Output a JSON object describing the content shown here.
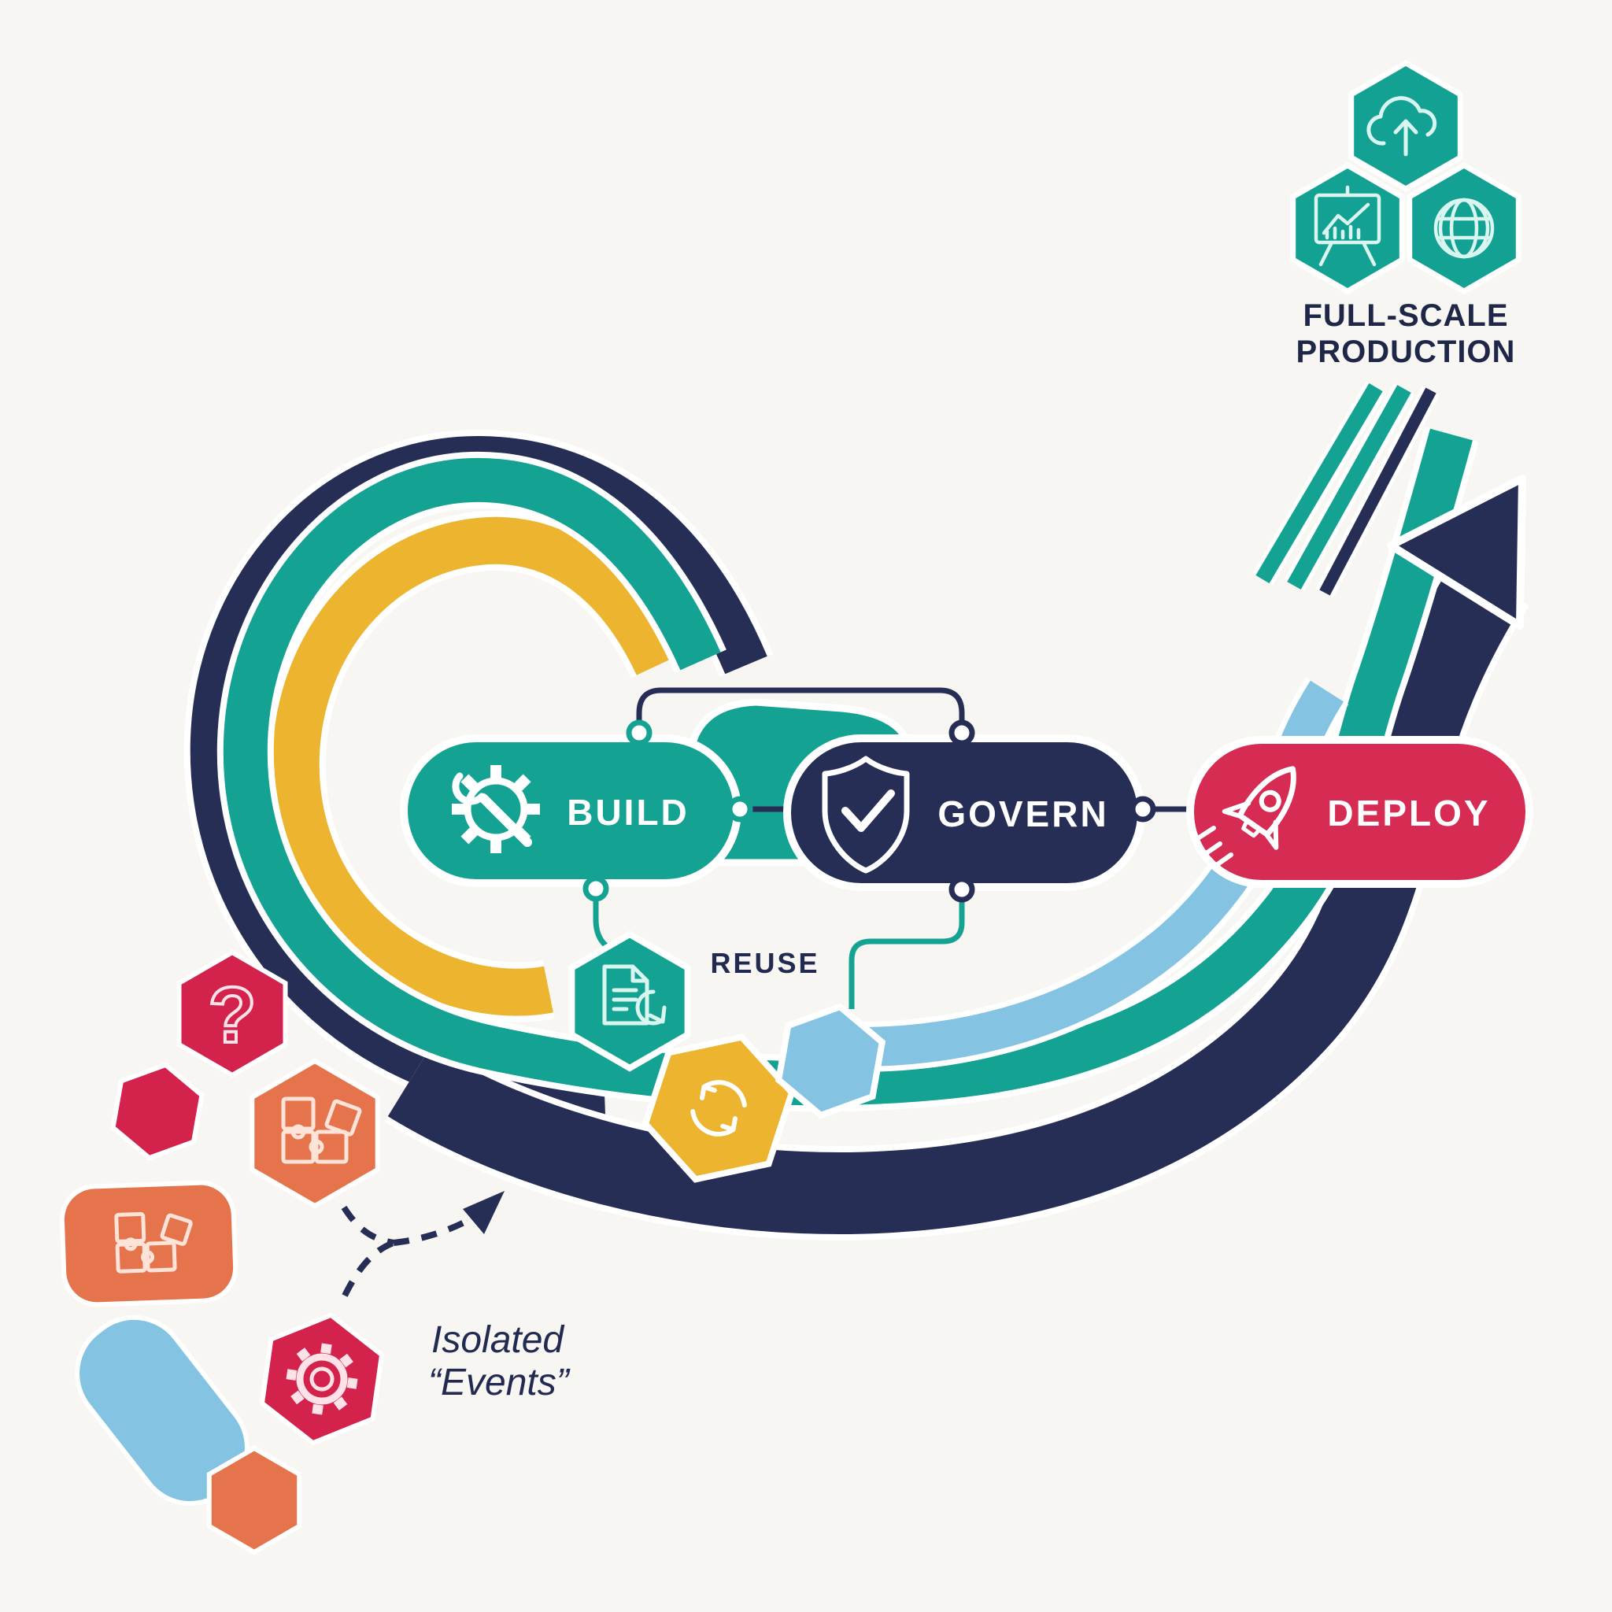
{
  "diagram": {
    "type": "process-loop-infographic",
    "loop": {
      "stages": [
        {
          "id": "build",
          "label": "BUILD",
          "icon": "gear-wrench-icon",
          "color": "#14a392"
        },
        {
          "id": "govern",
          "label": "GOVERN",
          "icon": "shield-check-icon",
          "color": "#272e55"
        },
        {
          "id": "deploy",
          "label": "DEPLOY",
          "icon": "rocket-icon",
          "color": "#d62b52"
        }
      ],
      "reuse_label": "REUSE",
      "reuse_hexagons": [
        {
          "icon": "document-refresh-icon",
          "color": "#14a392"
        },
        {
          "icon": "sync-arrows-icon",
          "color": "#ecb42f"
        },
        {
          "icon": "none",
          "color": "#85c3e3"
        }
      ]
    },
    "production": {
      "line1": "FULL-SCALE",
      "line2": "PRODUCTION",
      "hexagon_icons": [
        "cloud-upload-icon",
        "presentation-chart-icon",
        "globe-icon"
      ]
    },
    "isolated": {
      "line1": "Isolated",
      "line2": "“Events”",
      "shape_icons": [
        "question-mark-icon",
        "puzzle-icon",
        "puzzle-icon",
        "gear-icon"
      ]
    },
    "colors": {
      "navy": "#272e55",
      "teal": "#14a392",
      "yellow": "#ecb42f",
      "crimson": "#d62b52",
      "orange": "#e5734c",
      "light_blue": "#85c3e3",
      "background": "#f7f6f2",
      "text_dark": "#232a52",
      "icon_mint": "#d8f6ef"
    }
  }
}
